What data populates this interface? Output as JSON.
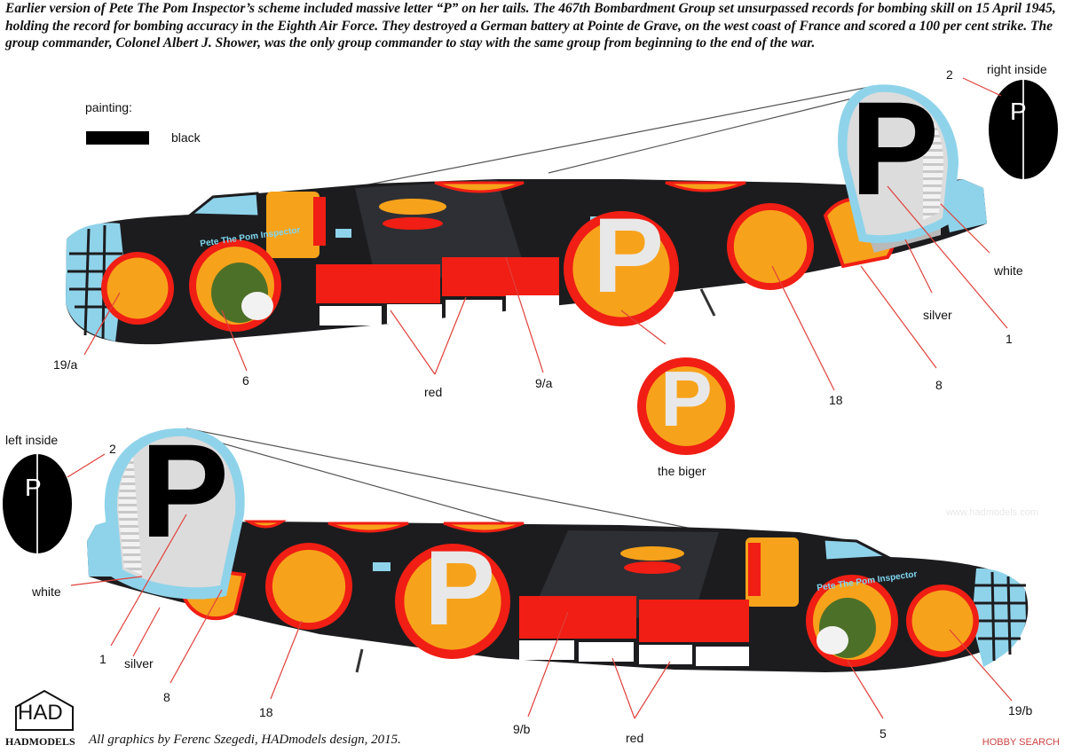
{
  "intro_text": "Earlier version of Pete The Pom Inspector’s scheme included massive letter “P” on her tails. The 467th Bombardment Group set unsurpassed records for bombing skill on 15 April 1945, holding the record for bombing accuracy in the Eighth Air Force. They destroyed a German battery at Pointe de Grave, on the west coast of France and scored a 100 per cent strike. The group commander, Colonel Albert J. Shower, was the only group commander to stay with the same group from beginning to the end of the war.",
  "legend": {
    "heading": "painting:",
    "item": "black"
  },
  "tail_letter": "P",
  "nose_art_text": "Pete The Pom Inspector",
  "callouts_top": {
    "c19a": "19/a",
    "c6": "6",
    "red": "red",
    "c9a": "9/a",
    "c18": "18",
    "c8": "8",
    "c1": "1",
    "silver": "silver",
    "white": "white",
    "c2": "2",
    "right_inside": "right inside"
  },
  "roundel_label": "the biger",
  "callouts_bottom": {
    "left_inside": "left inside",
    "c2": "2",
    "white": "white",
    "c1": "1",
    "silver": "silver",
    "c8": "8",
    "c18": "18",
    "c9b": "9/b",
    "red": "red",
    "c5": "5",
    "c19b": "19/b"
  },
  "logo": {
    "mark": "HAD",
    "name": "HADMODELS"
  },
  "credits": "All graphics by Ferenc Szegedi, HADmodels design, 2015.",
  "watermark": "HOBBY SEARCH",
  "watermark_faint": "www.hadmodels.com",
  "colors": {
    "fuselage": "#1c1c1f",
    "orange": "#f7a21b",
    "red": "#f01e14",
    "silver": "#dcdcdc",
    "glass": "#8fd3ea",
    "black": "#000000"
  }
}
